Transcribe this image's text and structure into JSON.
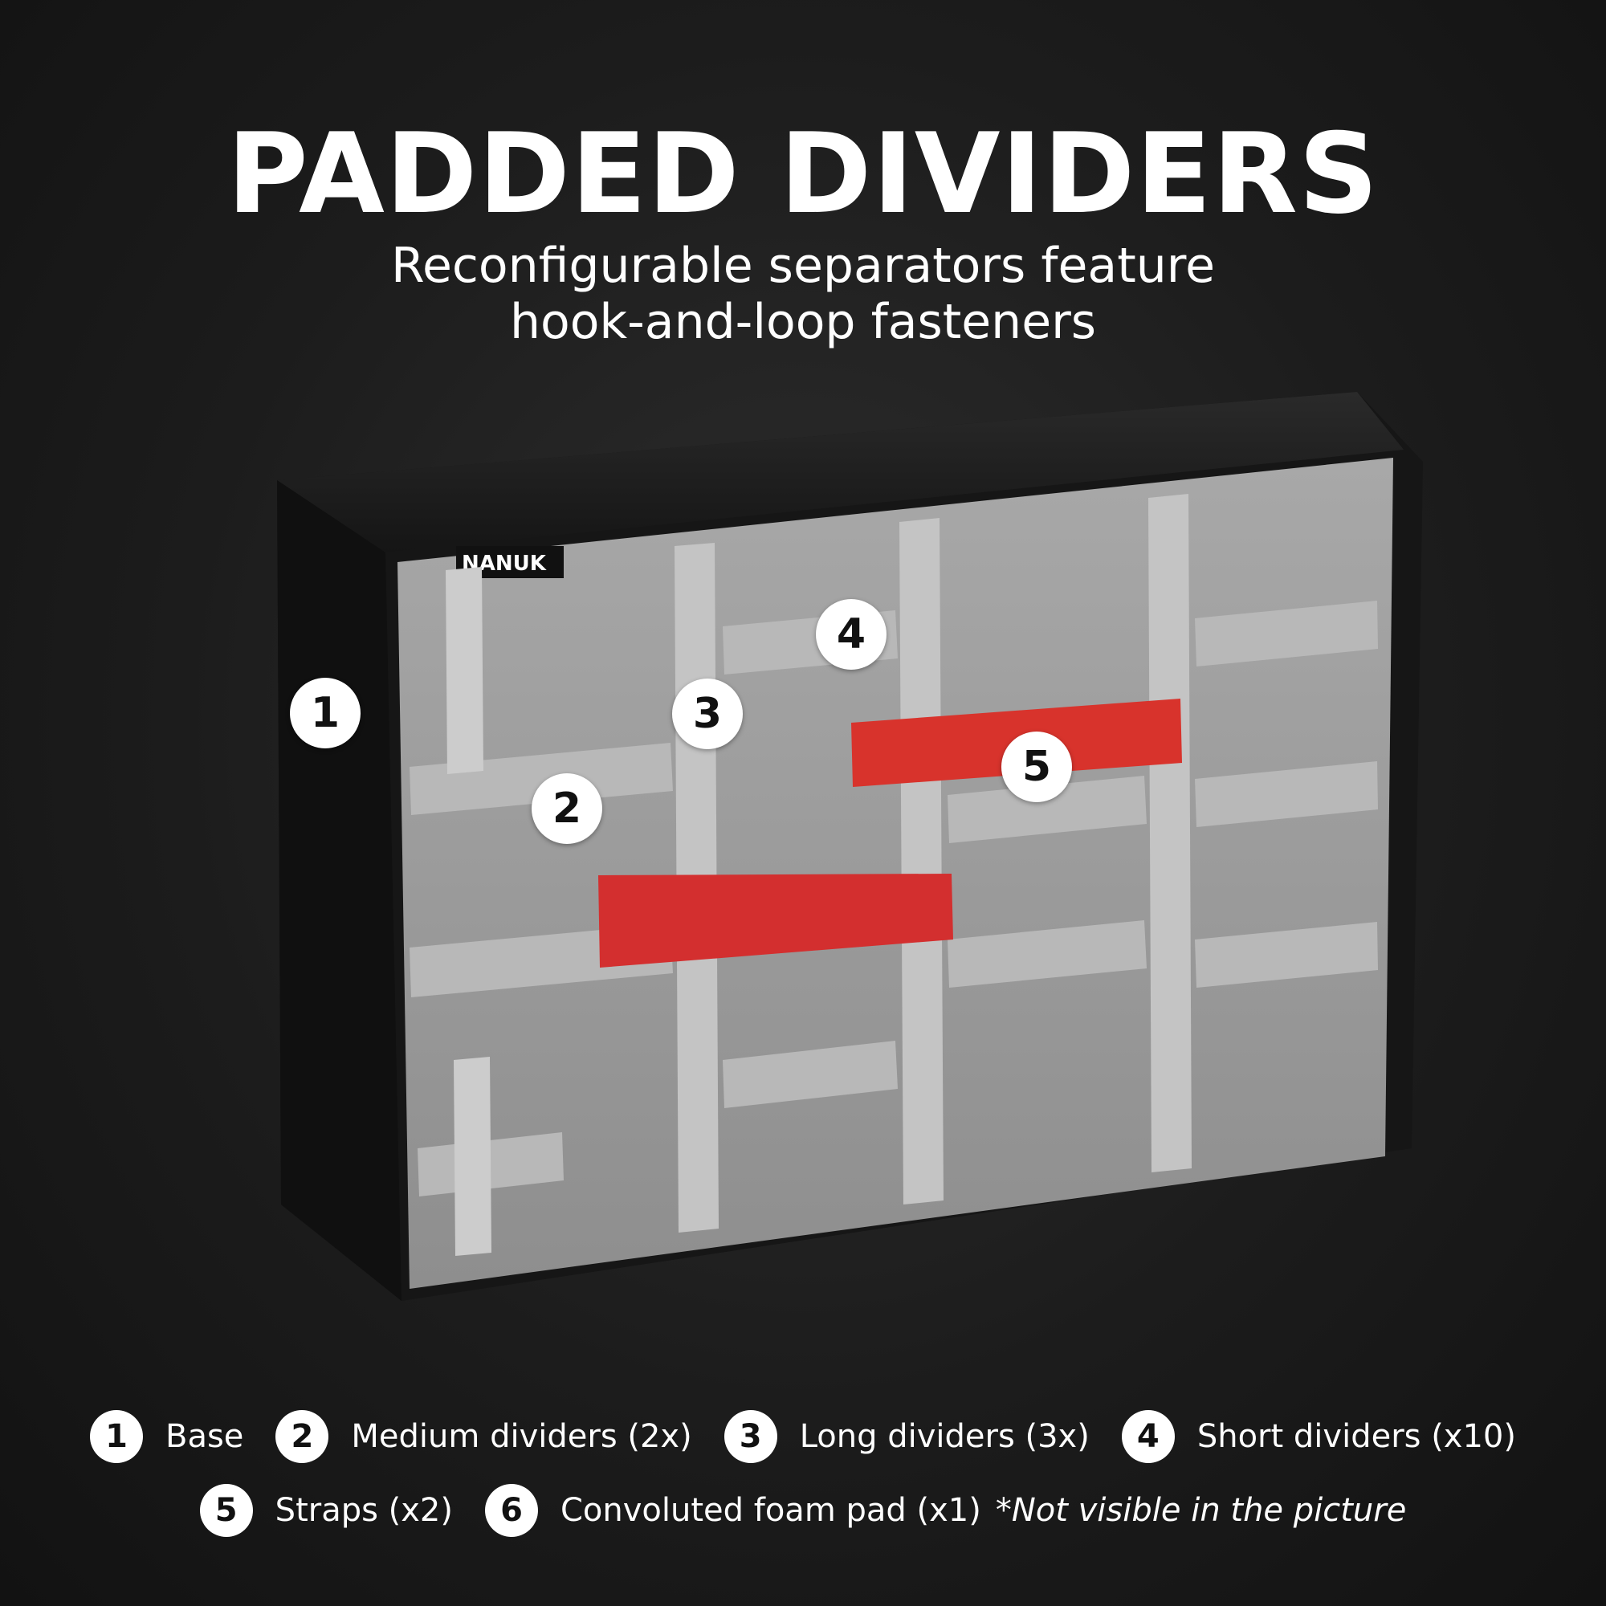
{
  "heading": {
    "title": "PADDED DIVIDERS",
    "subtitle_line1": "Reconfigurable separators feature",
    "subtitle_line2": "hook-and-loop fasteners"
  },
  "product": {
    "brand_label": "NANUK",
    "strap_color": "#d8332c",
    "foam_color": "#9e9e9e",
    "shell_color": "#1a1a1a"
  },
  "callouts": [
    "1",
    "2",
    "3",
    "4",
    "5"
  ],
  "legend": [
    {
      "num": "1",
      "label": "Base"
    },
    {
      "num": "2",
      "label": "Medium dividers (2x)"
    },
    {
      "num": "3",
      "label": "Long dividers (3x)"
    },
    {
      "num": "4",
      "label": "Short dividers (x10)"
    },
    {
      "num": "5",
      "label": "Straps (x2)"
    },
    {
      "num": "6",
      "label": "Convoluted foam pad (x1)",
      "note": "*Not visible in the picture"
    }
  ]
}
